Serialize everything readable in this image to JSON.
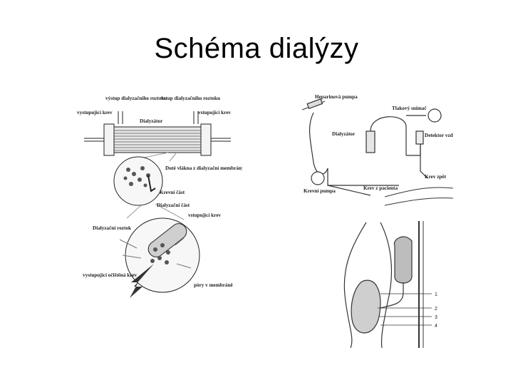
{
  "title": "Schéma dialýzy",
  "hemodialyzer": {
    "label_in_dialysate": "výstup dialyzačního roztoku",
    "label_out_dialysate": "vstup dialyzačního roztoku",
    "label_blood_out": "vystupující krev",
    "label_blood_in": "vstupující krev",
    "label_dialyzer": "Dialyzátor",
    "label_fibers": "Duté vlákna z dialyzační membrány",
    "label_blood_part": "Krevní část",
    "label_dialysis_part": "Dialyzační část",
    "label_entering_blood": "vstupující krev",
    "label_dialysis_solution": "Dialyzační roztok",
    "label_cleaned_blood": "vystupující očištěná krev",
    "label_pores": "póry v membráně"
  },
  "circuit": {
    "label_heparin_pump": "Heparinová pumpa",
    "label_arterial_pressure": "Tlakový snímač",
    "label_air_detector": "Detektor vzduchu",
    "label_dialyzer": "Dialyzátor",
    "label_blood_return": "Krev zpět",
    "label_blood_pump": "Krevní pumpa",
    "label_blood_from_patient": "Krev z pacienta"
  },
  "peritoneal": {
    "numbers": [
      "1",
      "2",
      "3",
      "4"
    ]
  }
}
